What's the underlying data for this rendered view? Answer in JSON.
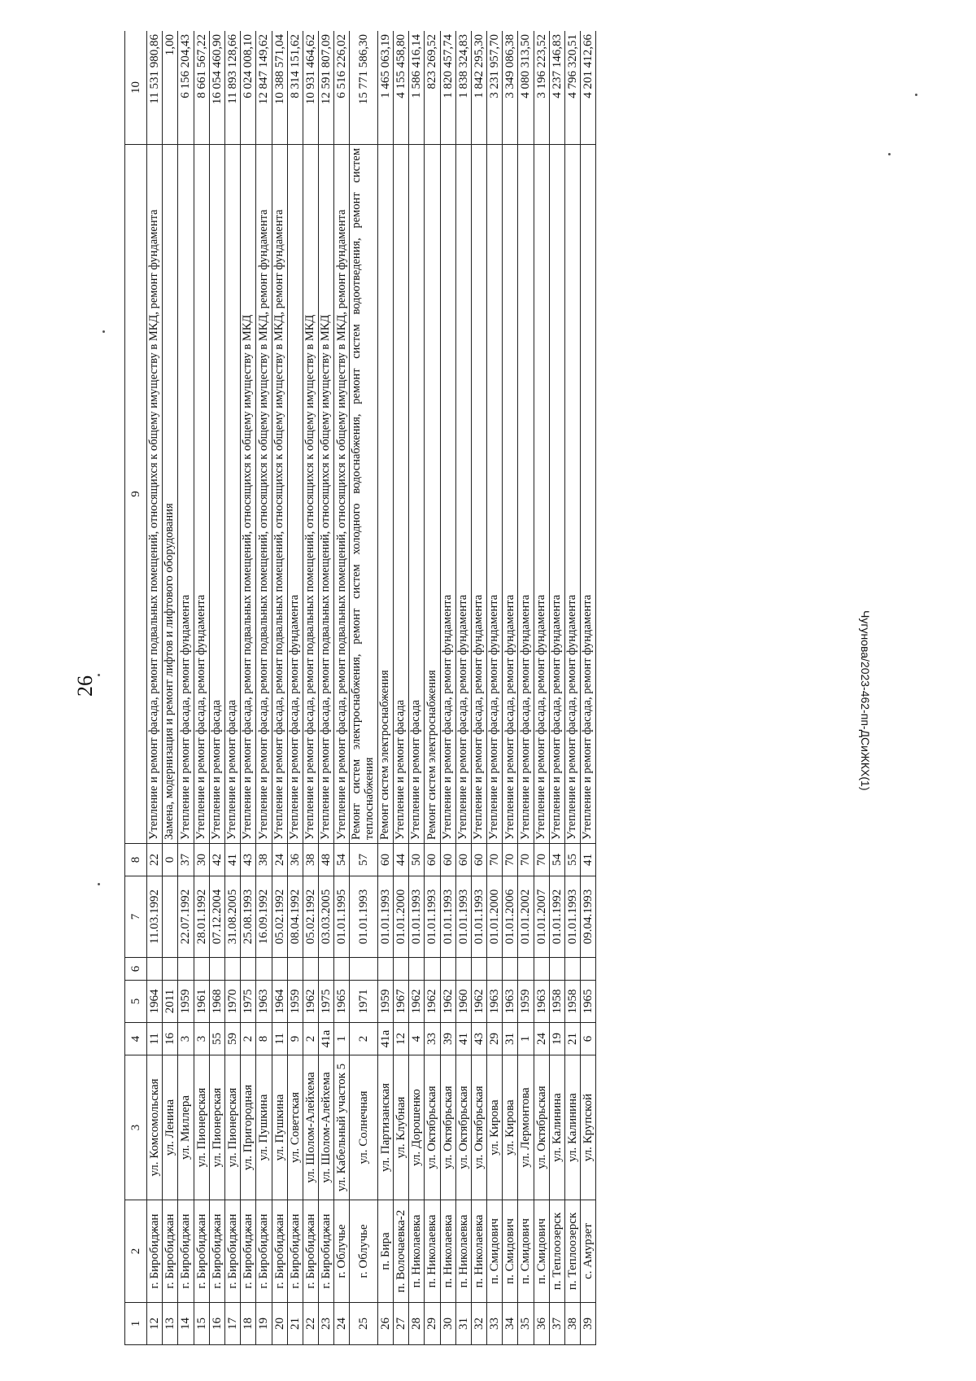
{
  "page_number": "26",
  "footer_note": "Чугунова/2023-462-пп-ДСиЖКХ(1)",
  "table": {
    "headers": [
      "1",
      "2",
      "3",
      "4",
      "5",
      "6",
      "7",
      "8",
      "9",
      "10"
    ],
    "rows": [
      [
        "12",
        "г. Биробиджан",
        "ул. Комсомольская",
        "11",
        "1964",
        "",
        "11.03.1992",
        "22",
        "Утепление и ремонт фасада, ремонт подвальных помещений, относящихся к общему имуществу в МКД, ремонт фундамента",
        "11 531 980,86"
      ],
      [
        "13",
        "г. Биробиджан",
        "ул. Ленина",
        "16",
        "2011",
        "",
        "",
        "0",
        "Замена, модернизация и ремонт лифтов и лифтового оборудования",
        "1,00"
      ],
      [
        "14",
        "г. Биробиджан",
        "ул. Миллера",
        "3",
        "1959",
        "",
        "22.07.1992",
        "37",
        "Утепление и ремонт фасада, ремонт фундамента",
        "6 156 204,43"
      ],
      [
        "15",
        "г. Биробиджан",
        "ул. Пионерская",
        "3",
        "1961",
        "",
        "28.01.1992",
        "30",
        "Утепление и ремонт фасада, ремонт фундамента",
        "8 661 567,22"
      ],
      [
        "16",
        "г. Биробиджан",
        "ул. Пионерская",
        "55",
        "1968",
        "",
        "07.12.2004",
        "42",
        "Утепление и ремонт фасада",
        "16 054 460,90"
      ],
      [
        "17",
        "г. Биробиджан",
        "ул. Пионерская",
        "59",
        "1970",
        "",
        "31.08.2005",
        "41",
        "Утепление и ремонт фасада",
        "11 893 128,66"
      ],
      [
        "18",
        "г. Биробиджан",
        "ул. Пригородная",
        "2",
        "1975",
        "",
        "25.08.1993",
        "43",
        "Утепление и ремонт фасада, ремонт подвальных помещений, относящихся к общему имуществу в МКД",
        "6 024 008,10"
      ],
      [
        "19",
        "г. Биробиджан",
        "ул. Пушкина",
        "8",
        "1963",
        "",
        "16.09.1992",
        "38",
        "Утепление и ремонт фасада, ремонт подвальных помещений, относящихся к общему имуществу в МКД, ремонт фундамента",
        "12 847 149,62"
      ],
      [
        "20",
        "г. Биробиджан",
        "ул. Пушкина",
        "11",
        "1964",
        "",
        "05.02.1992",
        "24",
        "Утепление и ремонт фасада, ремонт подвальных помещений, относящихся к общему имуществу в МКД, ремонт фундамента",
        "10 388 571,04"
      ],
      [
        "21",
        "г. Биробиджан",
        "ул. Советская",
        "9",
        "1959",
        "",
        "08.04.1992",
        "36",
        "Утепление и ремонт фасада, ремонт фундамента",
        "8 314 151,62"
      ],
      [
        "22",
        "г. Биробиджан",
        "ул. Шолом-Алейхема",
        "2",
        "1962",
        "",
        "05.02.1992",
        "38",
        "Утепление и ремонт фасада, ремонт подвальных помещений, относящихся к общему имуществу в МКД",
        "10 931 464,62"
      ],
      [
        "23",
        "г. Биробиджан",
        "ул. Шолом-Алейхема",
        "41а",
        "1975",
        "",
        "03.03.2005",
        "48",
        "Утепление и ремонт фасада, ремонт подвальных помещений, относящихся к общему имуществу в МКД",
        "12 591 807,09"
      ],
      [
        "24",
        "г. Облучье",
        "ул. Кабельный участок 5",
        "1",
        "1965",
        "",
        "01.01.1995",
        "54",
        "Утепление и ремонт фасада, ремонт подвальных помещений, относящихся к общему имуществу в МКД, ремонт фундамента",
        "6 516 226,02"
      ],
      [
        "25",
        "г. Облучье",
        "ул. Солнечная",
        "2",
        "1971",
        "",
        "01.01.1993",
        "57",
        "Ремонт систем электроснабжения, ремонт систем холодного водоснабжения, ремонт систем водоотведения, ремонт систем теплоснабжения",
        "15 771 586,30"
      ],
      [
        "26",
        "п. Бира",
        "ул. Партизанская",
        "41а",
        "1959",
        "",
        "01.01.1993",
        "60",
        "Ремонт систем электроснабжения",
        "1 465 063,19"
      ],
      [
        "27",
        "п. Волочаевка-2",
        "ул. Клубная",
        "12",
        "1967",
        "",
        "01.01.2000",
        "44",
        "Утепление и ремонт фасада",
        "4 155 458,80"
      ],
      [
        "28",
        "п. Николаевка",
        "ул. Дорошенко",
        "4",
        "1962",
        "",
        "01.01.1993",
        "50",
        "Утепление и ремонт фасада",
        "1 586 416,14"
      ],
      [
        "29",
        "п. Николаевка",
        "ул. Октябрьская",
        "33",
        "1962",
        "",
        "01.01.1993",
        "60",
        "Ремонт систем электроснабжения",
        "823 269,52"
      ],
      [
        "30",
        "п. Николаевка",
        "ул. Октябрьская",
        "39",
        "1962",
        "",
        "01.01.1993",
        "60",
        "Утепление и ремонт фасада, ремонт фундамента",
        "1 820 457,74"
      ],
      [
        "31",
        "п. Николаевка",
        "ул. Октябрьская",
        "41",
        "1960",
        "",
        "01.01.1993",
        "60",
        "Утепление и ремонт фасада, ремонт фундамента",
        "1 838 324,83"
      ],
      [
        "32",
        "п. Николаевка",
        "ул. Октябрьская",
        "43",
        "1962",
        "",
        "01.01.1993",
        "60",
        "Утепление и ремонт фасада, ремонт фундамента",
        "1 842 295,30"
      ],
      [
        "33",
        "п. Смидович",
        "ул. Кирова",
        "29",
        "1963",
        "",
        "01.01.2000",
        "70",
        "Утепление и ремонт фасада, ремонт фундамента",
        "3 231 957,70"
      ],
      [
        "34",
        "п. Смидович",
        "ул. Кирова",
        "31",
        "1963",
        "",
        "01.01.2006",
        "70",
        "Утепление и ремонт фасада, ремонт фундамента",
        "3 349 086,38"
      ],
      [
        "35",
        "п. Смидович",
        "ул. Лермонтова",
        "1",
        "1959",
        "",
        "01.01.2002",
        "70",
        "Утепление и ремонт фасада, ремонт фундамента",
        "4 080 313,50"
      ],
      [
        "36",
        "п. Смидович",
        "ул. Октябрьская",
        "24",
        "1963",
        "",
        "01.01.2007",
        "70",
        "Утепление и ремонт фасада, ремонт фундамента",
        "3 196 223,52"
      ],
      [
        "37",
        "п. Теплоозерск",
        "ул. Калинина",
        "19",
        "1958",
        "",
        "01.01.1992",
        "54",
        "Утепление и ремонт фасада, ремонт фундамента",
        "4 237 146,83"
      ],
      [
        "38",
        "п. Теплоозерск",
        "ул. Калинина",
        "21",
        "1958",
        "",
        "01.01.1993",
        "55",
        "Утепление и ремонт фасада, ремонт фундамента",
        "4 796 320,51"
      ],
      [
        "39",
        "с. Амурзет",
        "ул. Крупской",
        "6",
        "1965",
        "",
        "09.04.1993",
        "41",
        "Утепление и ремонт фасада, ремонт фундамента",
        "4 201 412,66"
      ]
    ]
  }
}
